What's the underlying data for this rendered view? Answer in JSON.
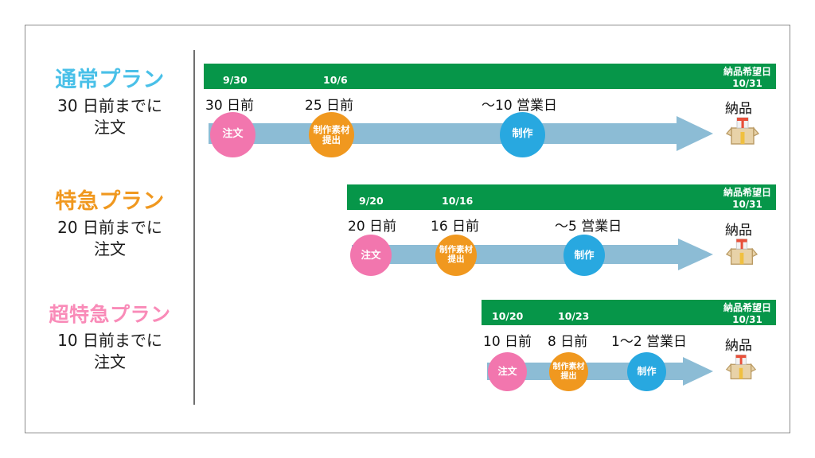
{
  "slide": {
    "background": "#ffffff",
    "frame_color": "#8c8c8c",
    "divider_color": "#6f6f6f"
  },
  "colors": {
    "green_bar": "#069649",
    "arrow": "#8cbcd5",
    "order_circle": "#f276ae",
    "material_circle": "#f0981f",
    "production_circle": "#28a8e0",
    "plan_normal": "#49c0e8",
    "plan_express": "#f0981f",
    "plan_super_express": "#f98bb8"
  },
  "plans": [
    {
      "id": "normal",
      "title": "通常プラン",
      "title_color": "#49c0e8",
      "subtitle_line1": "30 日前までに",
      "subtitle_line2": "注文",
      "bar": {
        "dates": [
          "9/30",
          "10/6"
        ],
        "goal_label": "納品希望日",
        "goal_date": "10/31"
      },
      "captions": [
        "30 日前",
        "25 日前",
        "〜10 営業日",
        "納品"
      ],
      "steps": [
        {
          "label_line1": "注文",
          "label_line2": "",
          "color": "#f276ae"
        },
        {
          "label_line1": "制作素材",
          "label_line2": "提出",
          "color": "#f0981f"
        },
        {
          "label_line1": "制作",
          "label_line2": "",
          "color": "#28a8e0"
        }
      ],
      "delivery_icon": "open-package-icon"
    },
    {
      "id": "express",
      "title": "特急プラン",
      "title_color": "#f0981f",
      "subtitle_line1": "20 日前までに",
      "subtitle_line2": "注文",
      "bar": {
        "dates": [
          "9/20",
          "10/16"
        ],
        "goal_label": "納品希望日",
        "goal_date": "10/31"
      },
      "captions": [
        "20 日前",
        "16 日前",
        "〜5 営業日",
        "納品"
      ],
      "steps": [
        {
          "label_line1": "注文",
          "label_line2": "",
          "color": "#f276ae"
        },
        {
          "label_line1": "制作素材",
          "label_line2": "提出",
          "color": "#f0981f"
        },
        {
          "label_line1": "制作",
          "label_line2": "",
          "color": "#28a8e0"
        }
      ],
      "delivery_icon": "open-package-icon"
    },
    {
      "id": "super-express",
      "title": "超特急プラン",
      "title_color": "#f98bb8",
      "subtitle_line1": "10 日前までに",
      "subtitle_line2": "注文",
      "bar": {
        "dates": [
          "10/20",
          "10/23"
        ],
        "goal_label": "納品希望日",
        "goal_date": "10/31"
      },
      "captions": [
        "10 日前",
        "8 日前",
        "1〜2 営業日",
        "納品"
      ],
      "steps": [
        {
          "label_line1": "注文",
          "label_line2": "",
          "color": "#f276ae"
        },
        {
          "label_line1": "制作素材",
          "label_line2": "提出",
          "color": "#f0981f"
        },
        {
          "label_line1": "制作",
          "label_line2": "",
          "color": "#28a8e0"
        }
      ],
      "delivery_icon": "open-package-icon"
    }
  ]
}
